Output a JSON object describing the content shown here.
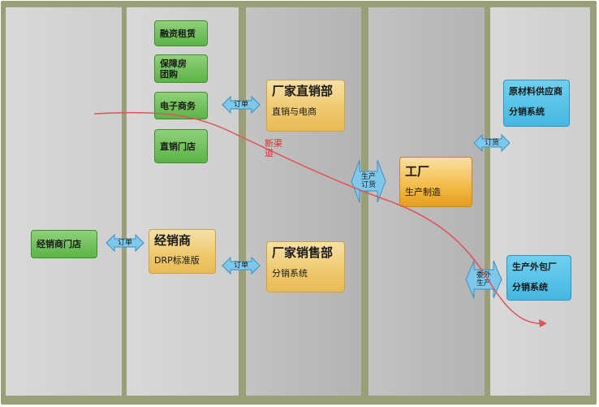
{
  "colors": {
    "frame": "#9a9f78",
    "column_light": "#d4d4d4",
    "column_dark": "#bbbbbb",
    "green_box": "#6cc055",
    "amber_box": "#efc970",
    "orange_box": "#f0b23e",
    "blue_box": "#4cbbe4",
    "arrow_fill": "#7ec8ec",
    "curve": "#e0535a"
  },
  "nodes": {
    "dealer_store": "经销商门店",
    "financing_lease": "融资租赁",
    "affordable_housing": "保障房团购",
    "ecommerce": "电子商务",
    "direct_store": "直销门店",
    "dealer": {
      "title": "经销商",
      "subtitle": "DRP标准版"
    },
    "direct_sales_dept": {
      "title": "厂家直销部",
      "subtitle": "直销与电商"
    },
    "sales_dept": {
      "title": "厂家销售部",
      "subtitle": "分销系统"
    },
    "factory": {
      "title": "工厂",
      "subtitle": "生产制造"
    },
    "raw_material_supplier": {
      "title": "原材料供应商",
      "subtitle": "分销系统"
    },
    "outsourced_factory": {
      "title": "生产外包厂",
      "subtitle": "分销系统"
    }
  },
  "arrows": {
    "order_dealer": "订单",
    "order_direct": "订单",
    "order_sales": "订单",
    "production_order": "生产订货",
    "purchase": "订货",
    "outsourced_production": "委外生产"
  },
  "annotation": {
    "new_channel": "新渠道"
  }
}
